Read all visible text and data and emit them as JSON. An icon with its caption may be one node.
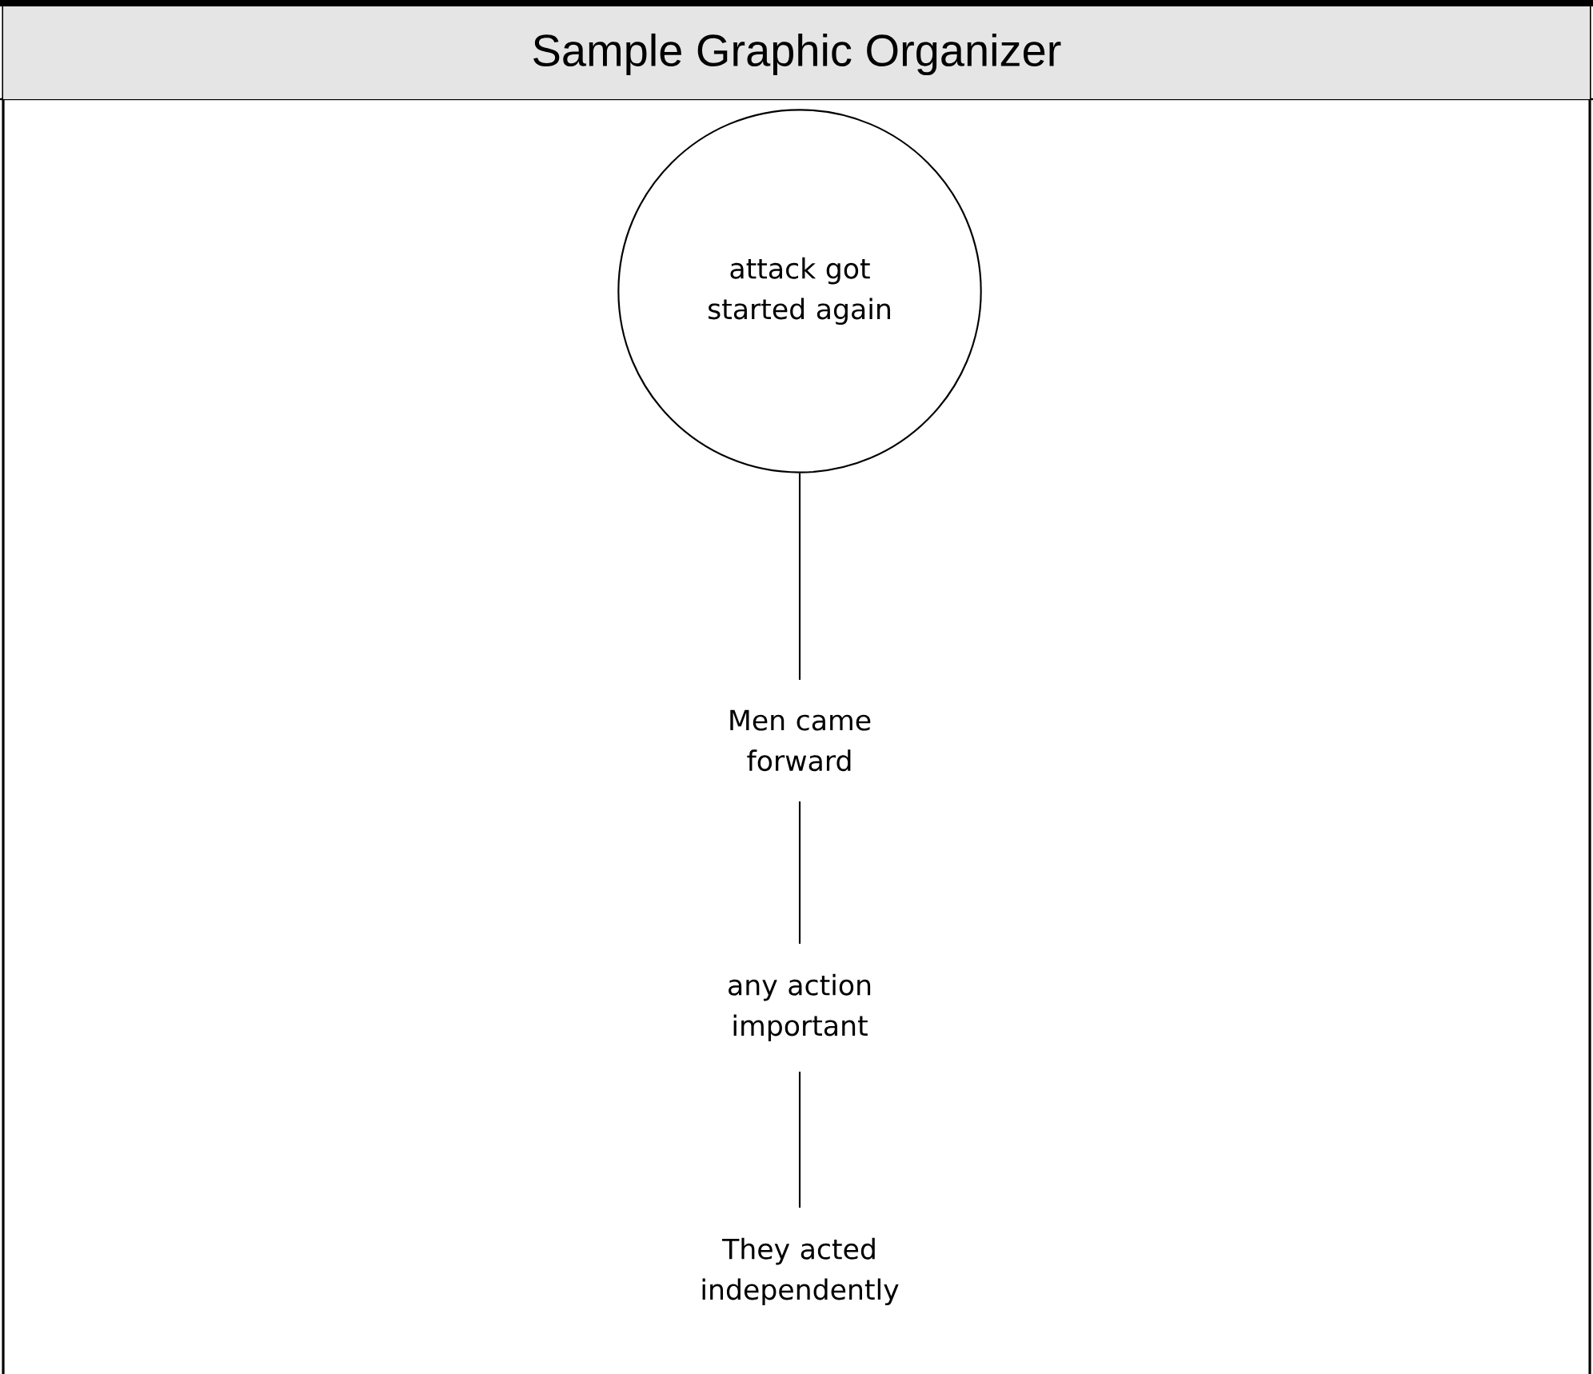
{
  "diagram": {
    "title": "Sample Graphic Organizer",
    "nodes": [
      {
        "text": [
          "attack got started again"
        ]
      },
      {
        "text": [
          "Men came forward"
        ]
      },
      {
        "text": [
          "any action important"
        ]
      },
      {
        "text": [
          "They acted independently"
        ]
      }
    ],
    "edges": [
      {
        "from": 0,
        "to": 1,
        "arrow": "none"
      },
      {
        "from": 1,
        "to": 2,
        "arrow": "none"
      },
      {
        "from": 2,
        "to": 3,
        "arrow": "none"
      }
    ]
  }
}
